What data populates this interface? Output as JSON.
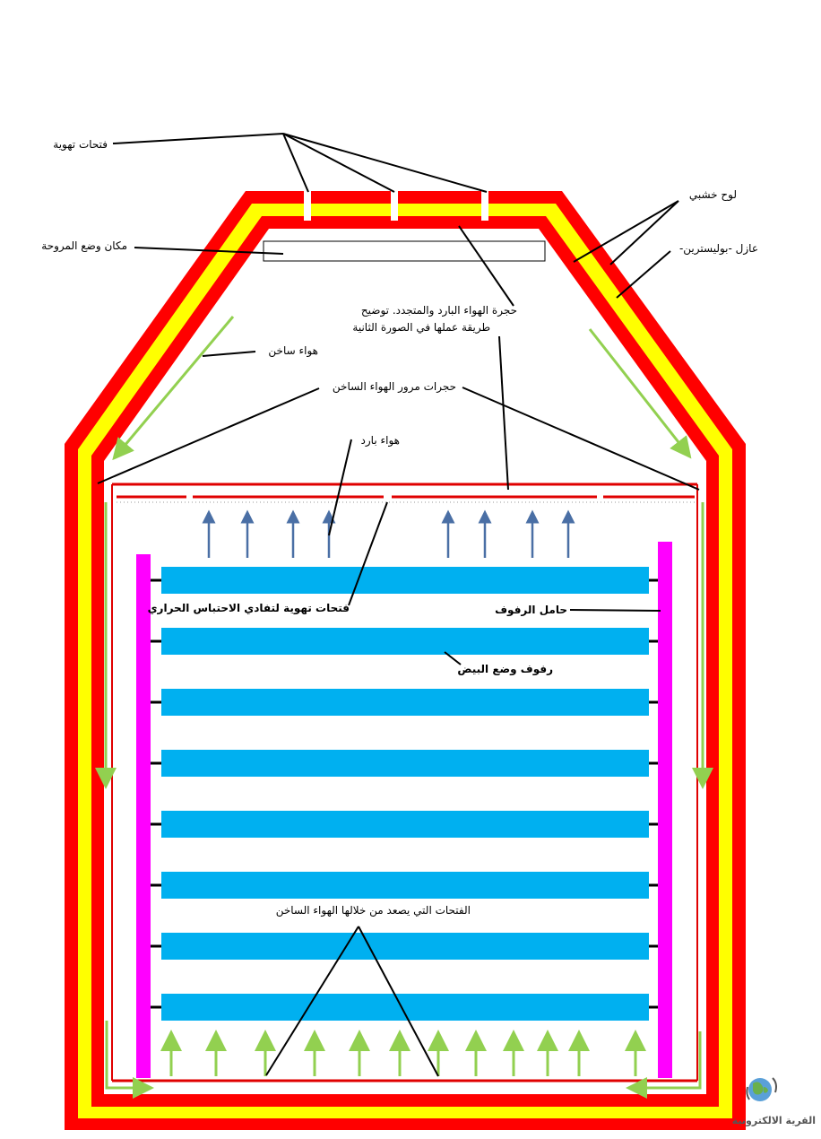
{
  "labels": {
    "vents": "فتحات تهوية",
    "fan_place": "مكان وضع المروحة",
    "wood_board": "لوح خشبي",
    "insulator": "-عازل -بوليسترين",
    "cold_chamber_line1": "حجرة الهواء البارد والمتجدد. توضيح",
    "cold_chamber_line2": "طريقة عملها في الصورة الثانية",
    "hot_air": "هواء ساخن",
    "hot_air_chambers": "حجرات مرور الهواء الساخن",
    "cold_air": "هواء بارد",
    "anti_heat_vents": "فتحات تهوية لتفادي الاحتباس الحراري",
    "shelf_holder": "حامل الرفوف",
    "egg_shelves": "رفوف وضع البيض",
    "rising_hot_air_vents": "الفتحات التي يصعد من خلالها الهواء الساخن"
  },
  "watermark": {
    "text": "القرية الالكترونية",
    "icon": "globe-icon"
  },
  "colors": {
    "outer_wall": "#ff0000",
    "insulation": "#ffff00",
    "shelf": "#00b0f0",
    "shelf_holder": "#ff00ff",
    "hot_air_arrow": "#92d050",
    "cold_air_arrow": "#4a6fa5",
    "thin_line": "#e00000"
  }
}
